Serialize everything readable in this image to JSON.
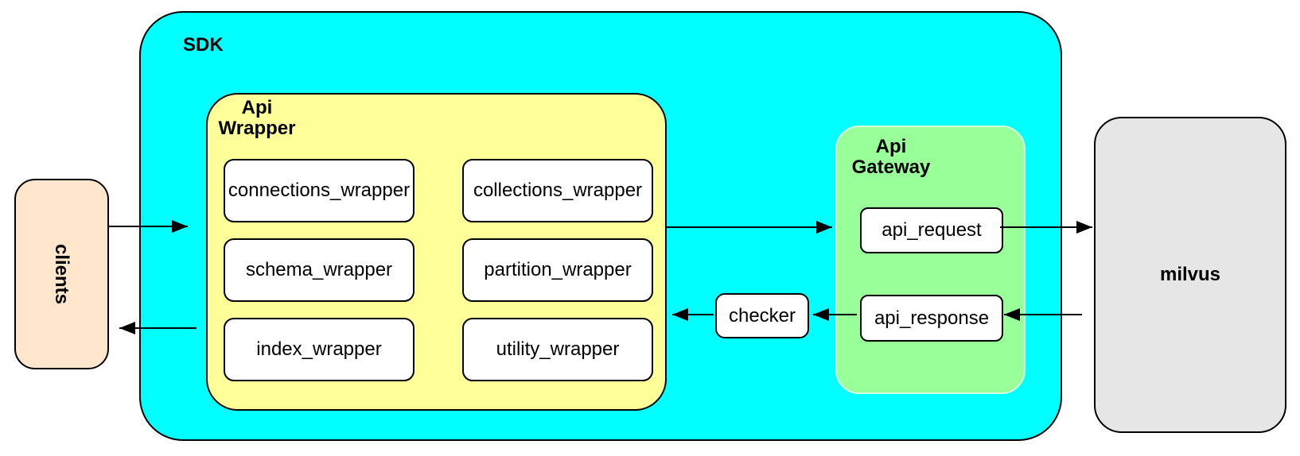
{
  "nodes": {
    "clients": {
      "label": "clients",
      "fill": "#ffe6cc"
    },
    "sdk": {
      "label": "SDK",
      "fill": "#00ffff"
    },
    "api_wrapper": {
      "line1": "Api",
      "line2": "Wrapper",
      "fill": "#ffff99"
    },
    "wrapper_modules": [
      "connections_wrapper",
      "collections_wrapper",
      "schema_wrapper",
      "partition_wrapper",
      "index_wrapper",
      "utility_wrapper"
    ],
    "checker": {
      "label": "checker",
      "fill": "#ffffff"
    },
    "api_gateway": {
      "line1": "Api",
      "line2": "Gateway",
      "fill": "#99ff99"
    },
    "api_request": {
      "label": "api_request",
      "fill": "#ffffff"
    },
    "api_response": {
      "label": "api_response",
      "fill": "#ffffff"
    },
    "milvus": {
      "label": "milvus",
      "fill": "#e6e6e6"
    }
  },
  "edges": [
    {
      "from": "clients",
      "to": "sdk"
    },
    {
      "from": "api_wrapper",
      "to": "api_gateway"
    },
    {
      "from": "api_request",
      "to": "milvus"
    },
    {
      "from": "milvus",
      "to": "api_response"
    },
    {
      "from": "api_response",
      "to": "checker"
    },
    {
      "from": "checker",
      "to": "api_wrapper"
    },
    {
      "from": "sdk",
      "to": "clients"
    }
  ],
  "colors": {
    "stroke": "#000000",
    "sdk_fill": "#00ffff",
    "wrapper_fill": "#ffff99",
    "gateway_fill": "#99ff99",
    "clients_fill": "#ffe6cc",
    "milvus_fill": "#e6e6e6",
    "box_fill": "#ffffff"
  }
}
